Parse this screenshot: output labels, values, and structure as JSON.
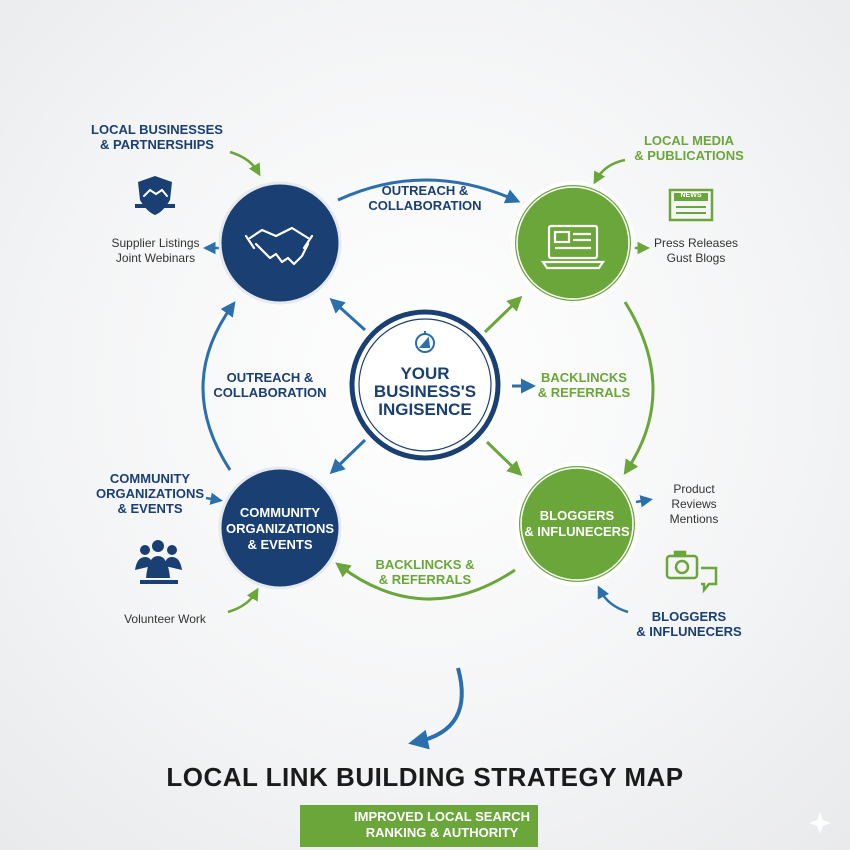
{
  "colors": {
    "blue": "#1a3f73",
    "green": "#6aa63a",
    "mid_blue": "#2c6fad"
  },
  "top_left": {
    "title": "LOCAL BUSINESSES\n& PARTNERSHIPS",
    "details": "Supplier Listings\nJoint Webinars",
    "icon": "handshake-icon"
  },
  "top_right": {
    "title": "LOCAL MEDIA\n& PUBLICATIONS",
    "details": "Press Releases\nGust Blogs",
    "icon": "newspaper-icon",
    "badge": "NEWS"
  },
  "bottom_left": {
    "title": "COMMUNITY\nORGANIZATIONS\n& EVENTS",
    "circle": "COMMUNITY\nORGANIZATIONS\n& EVENTS",
    "details": "Volunteer Work",
    "icon": "community-icon"
  },
  "bottom_right": {
    "title": "BLOGGERS\n& INFLUNECERS",
    "circle": "BLOGGERS\n& INFLUNECERS",
    "details": "Product\nReviews\nMentions",
    "icon": "camera-chat-icon"
  },
  "center": {
    "text": "YOUR\nBUSINESS'S\nINGISENCE",
    "icon": "compass-icon"
  },
  "flows": {
    "top": "OUTREACH &\nCOLLABORATION",
    "left": "OUTREACH &\nCOLLABORATION",
    "right": "BACKLINCKS\n& REFERRALS",
    "bottom": "BACKLINCKS &\n& REFERRALS"
  },
  "title": "LOCAL LINK BUILDING STRATEGY MAP",
  "result": "IMPROVED LOCAL SEARCH\nRANKING & AUTHORITY"
}
